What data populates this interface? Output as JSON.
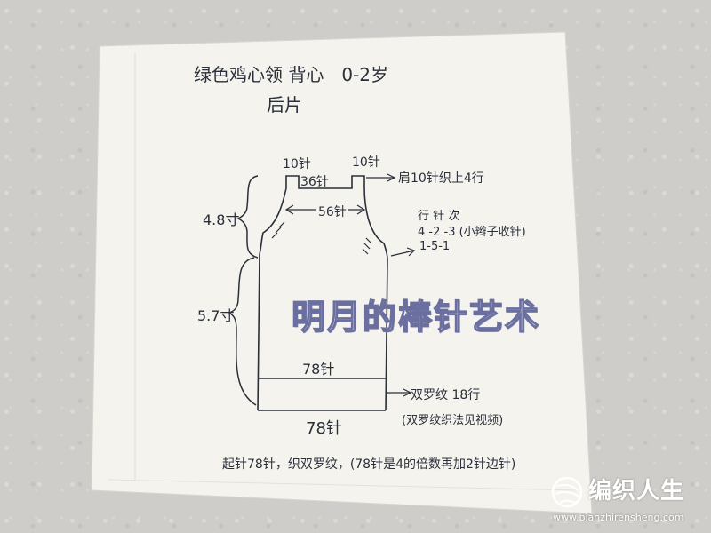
{
  "title": "绿色鸡心领 背心　0-2岁",
  "subtitle": "后片",
  "labels": {
    "shoulder_left": "10针",
    "neck": "36针",
    "shoulder_right": "10针",
    "shoulder_note": "肩10针织上4行",
    "chest": "56针",
    "armhole_height": "4.8寸",
    "body_height": "5.7寸",
    "decrease_title": "行 针 次",
    "decrease_row1": "4 -2 -3 (小辫子收针)",
    "decrease_row2": "1-5-1",
    "waist": "78针",
    "rib_note": "双罗纹 18行",
    "rib_method": "(双罗纹织法见视频)",
    "bottom": "78针",
    "instruction": "起针78针，织双罗纹，(78针是4的倍数再加2针边针)"
  },
  "watermark": "明月的棒针艺术",
  "brand": {
    "name": "编织人生",
    "url": "www.bianzhirensheng.com"
  }
}
